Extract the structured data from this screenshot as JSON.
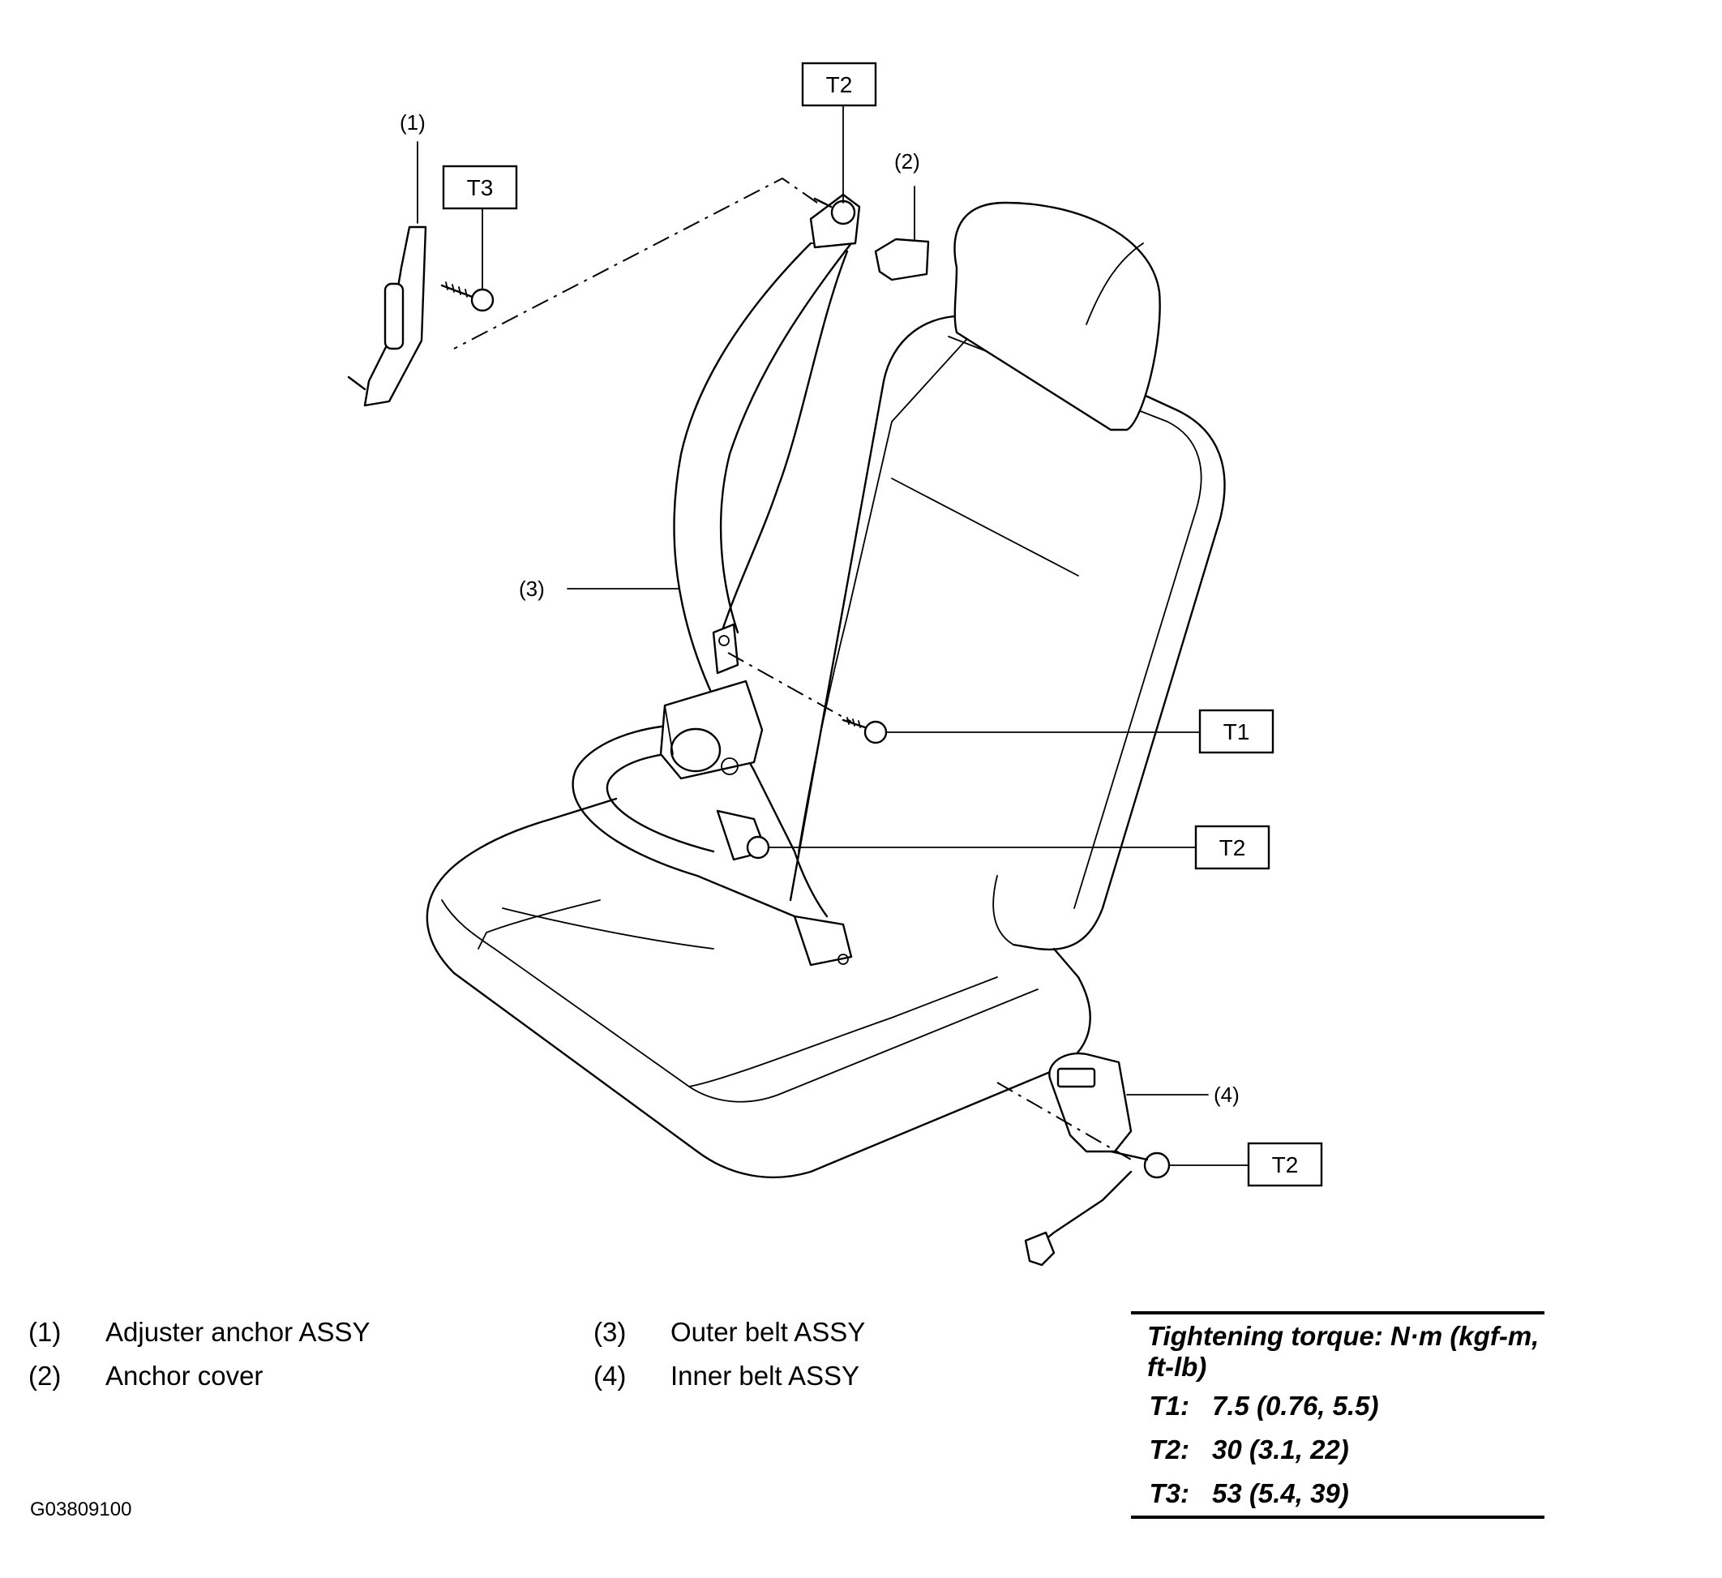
{
  "callouts": {
    "c1": "(1)",
    "c2": "(2)",
    "c3": "(3)",
    "c4": "(4)"
  },
  "torque_tags": {
    "top_t2": "T2",
    "t3": "T3",
    "t1": "T1",
    "mid_t2": "T2",
    "low_t2": "T2"
  },
  "legend": {
    "items": [
      {
        "num": "(1)",
        "label": "Adjuster anchor ASSY"
      },
      {
        "num": "(2)",
        "label": "Anchor cover"
      },
      {
        "num": "(3)",
        "label": "Outer belt ASSY"
      },
      {
        "num": "(4)",
        "label": "Inner belt ASSY"
      }
    ]
  },
  "torque_table": {
    "title": "Tightening torque: N·m (kgf-m, ft-lb)",
    "rows": [
      {
        "key": "T1:",
        "value": "7.5 (0.76, 5.5)"
      },
      {
        "key": "T2:",
        "value": "30 (3.1, 22)"
      },
      {
        "key": "T3:",
        "value": "53 (5.4, 39)"
      }
    ]
  },
  "figure_code": "G03809100"
}
